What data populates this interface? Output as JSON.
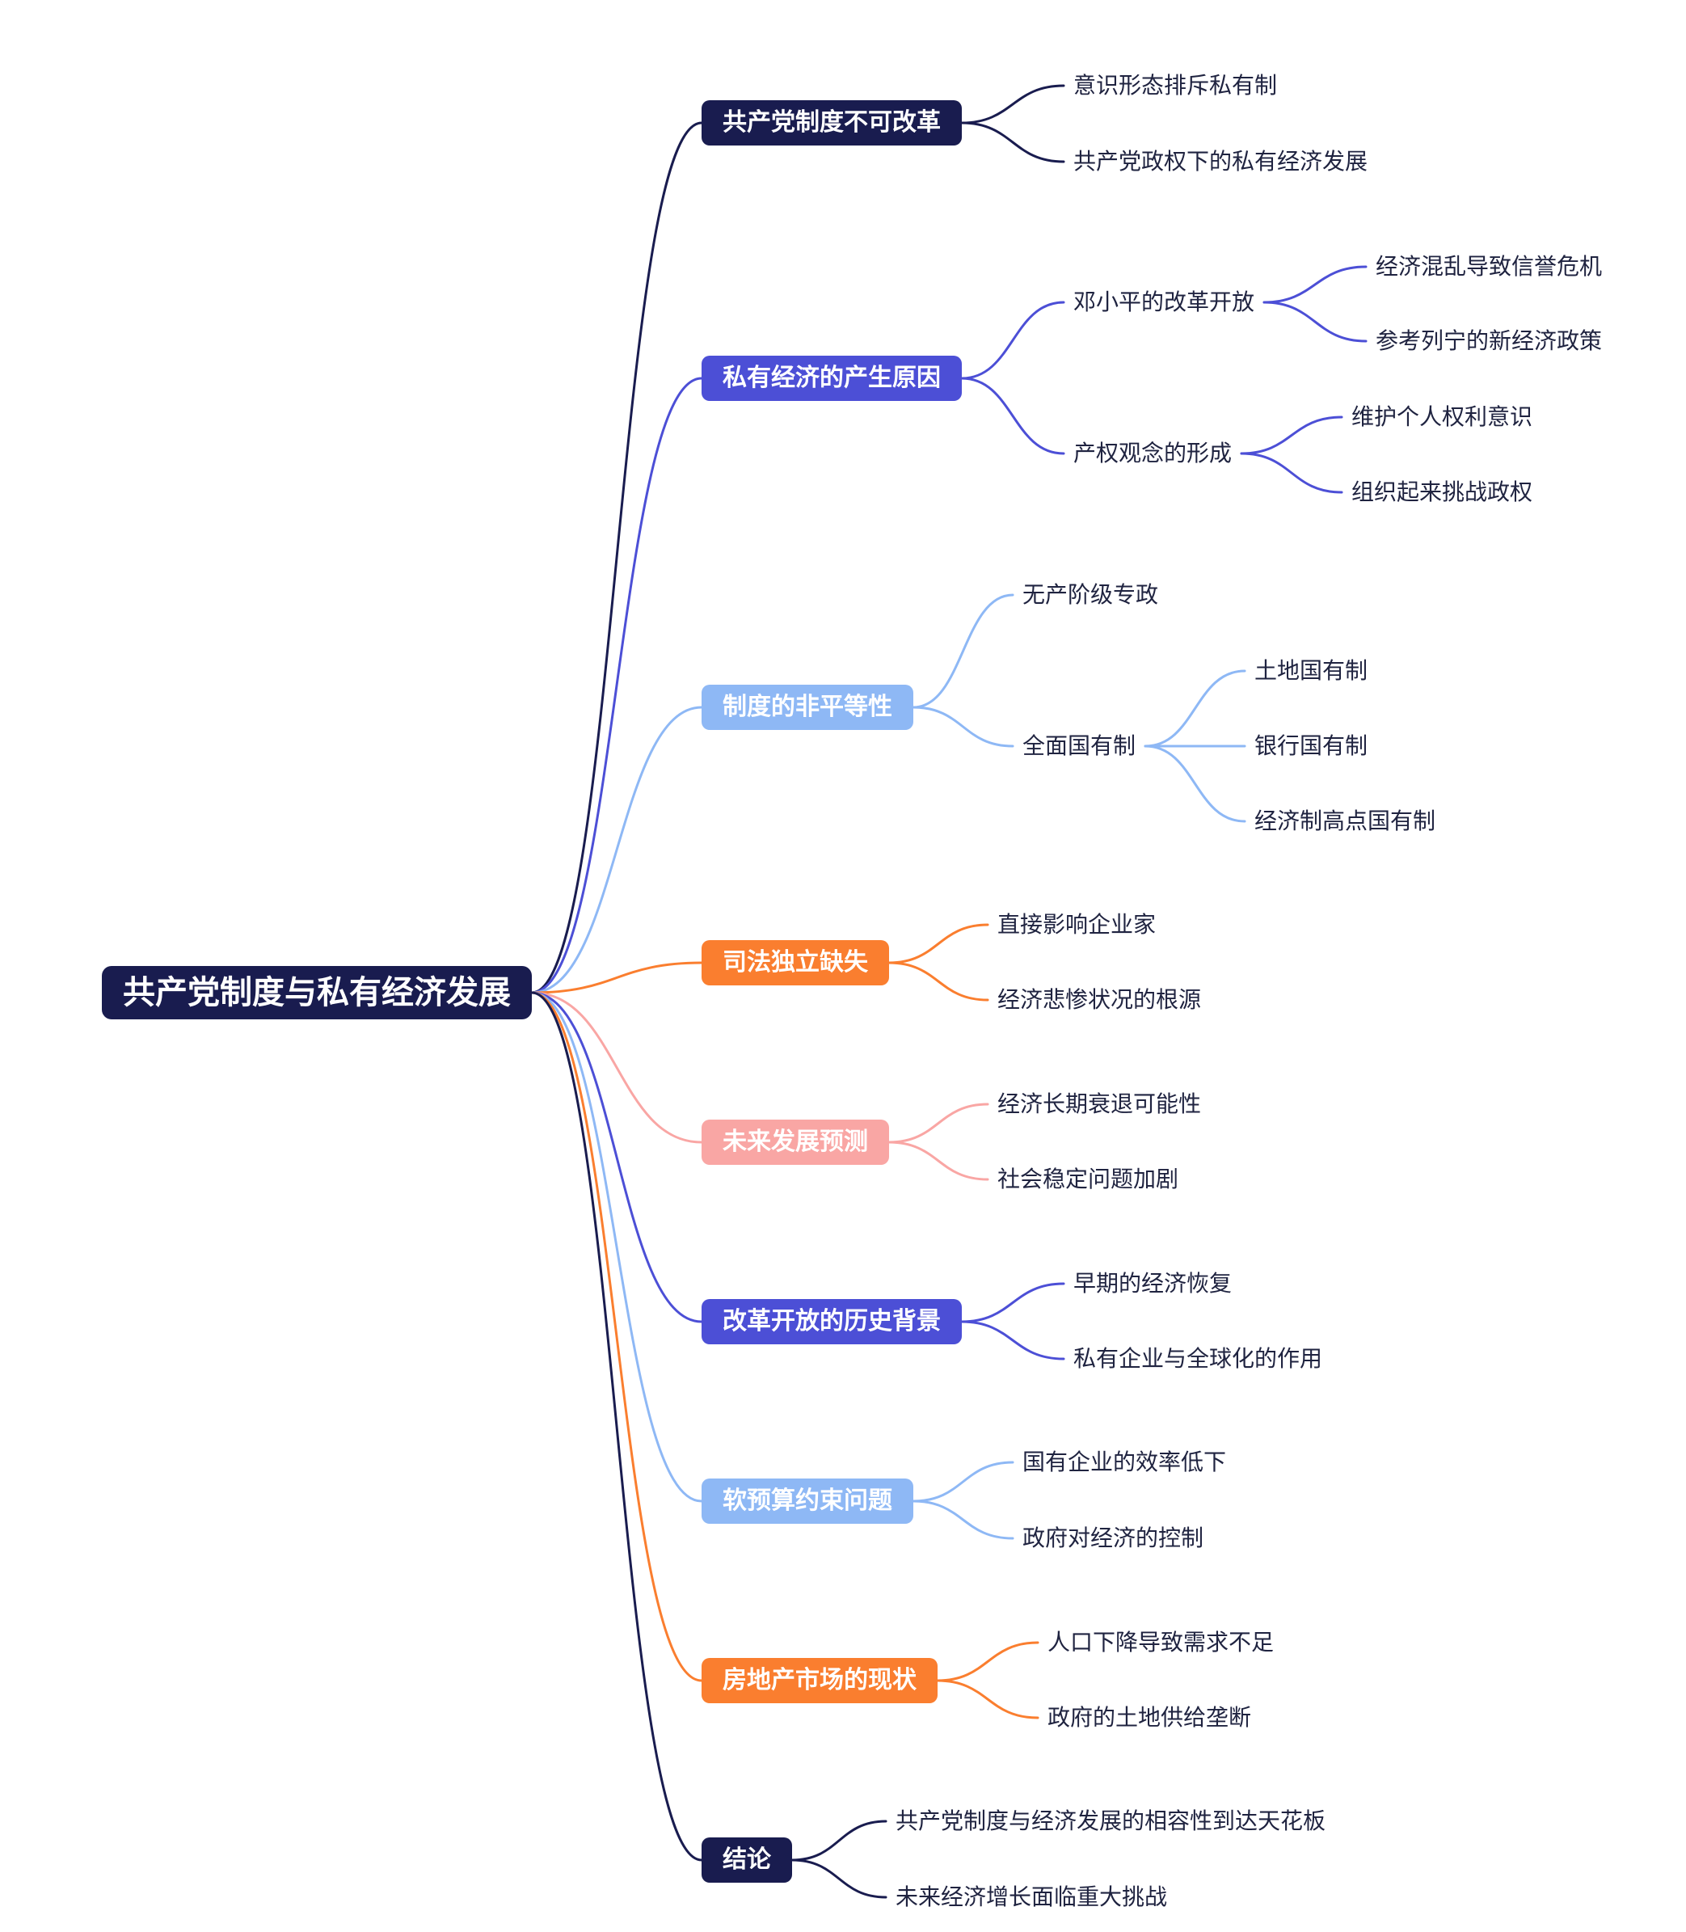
{
  "root": "共产党制度与私有经济发展",
  "colors": {
    "navy": "#191C4F",
    "indigo": "#4C4FD6",
    "light_blue": "#8EB8F5",
    "orange": "#FA7E2F",
    "pink": "#F9A6A4",
    "leaf_text": "#1F2340"
  },
  "branches": [
    {
      "label": "共产党制度不可改革",
      "color": "#191C4F",
      "children": [
        {
          "label": "意识形态排斥私有制"
        },
        {
          "label": "共产党政权下的私有经济发展"
        }
      ]
    },
    {
      "label": "私有经济的产生原因",
      "color": "#4C4FD6",
      "children": [
        {
          "label": "邓小平的改革开放",
          "children": [
            "经济混乱导致信誉危机",
            "参考列宁的新经济政策"
          ]
        },
        {
          "label": "产权观念的形成",
          "children": [
            "维护个人权利意识",
            "组织起来挑战政权"
          ]
        }
      ]
    },
    {
      "label": "制度的非平等性",
      "color": "#8EB8F5",
      "children": [
        {
          "label": "无产阶级专政"
        },
        {
          "label": "全面国有制",
          "children": [
            "土地国有制",
            "银行国有制",
            "经济制高点国有制"
          ]
        }
      ]
    },
    {
      "label": "司法独立缺失",
      "color": "#FA7E2F",
      "children": [
        {
          "label": "直接影响企业家"
        },
        {
          "label": "经济悲惨状况的根源"
        }
      ]
    },
    {
      "label": "未来发展预测",
      "color": "#F9A6A4",
      "children": [
        {
          "label": "经济长期衰退可能性"
        },
        {
          "label": "社会稳定问题加剧"
        }
      ]
    },
    {
      "label": "改革开放的历史背景",
      "color": "#4C4FD6",
      "children": [
        {
          "label": "早期的经济恢复"
        },
        {
          "label": "私有企业与全球化的作用"
        }
      ]
    },
    {
      "label": "软预算约束问题",
      "color": "#8EB8F5",
      "children": [
        {
          "label": "国有企业的效率低下"
        },
        {
          "label": "政府对经济的控制"
        }
      ]
    },
    {
      "label": "房地产市场的现状",
      "color": "#FA7E2F",
      "children": [
        {
          "label": "人口下降导致需求不足"
        },
        {
          "label": "政府的土地供给垄断"
        }
      ]
    },
    {
      "label": "结论",
      "color": "#191C4F",
      "children": [
        {
          "label": "共产党制度与经济发展的相容性到达天花板"
        },
        {
          "label": "未来经济增长面临重大挑战"
        }
      ]
    }
  ]
}
